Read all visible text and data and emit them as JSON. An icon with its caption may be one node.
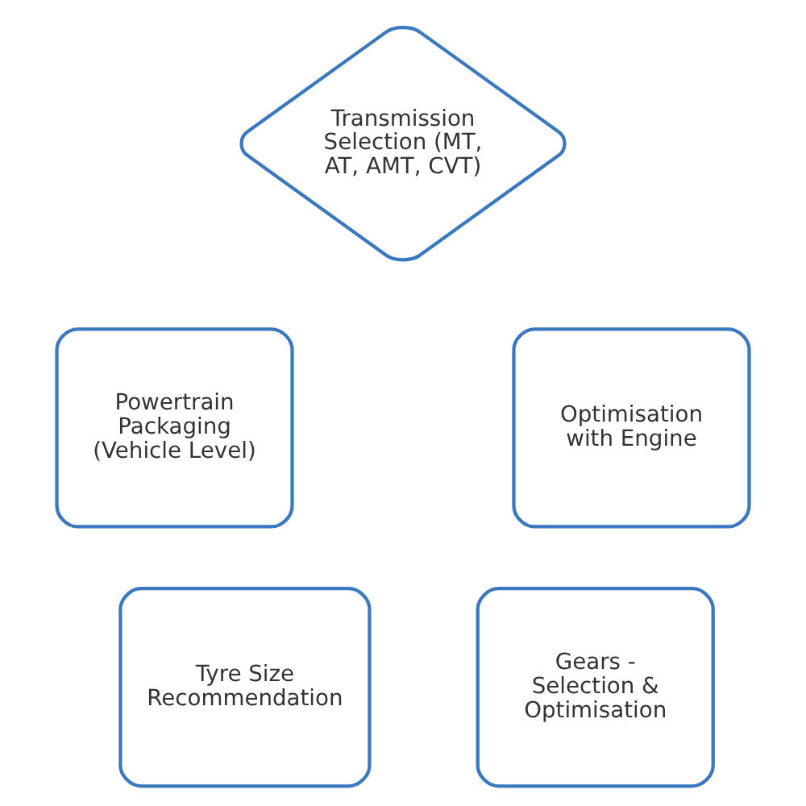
{
  "diagram": {
    "nodes": [
      {
        "text": [
          "Transmission Selection (MT, AT, AMT, CVT)"
        ]
      },
      {
        "text": [
          "Powertrain Packaging (Vehicle Level)"
        ]
      },
      {
        "text": [
          "Optimisation with Engine"
        ]
      },
      {
        "text": [
          "Tyre Size Recommendation"
        ]
      },
      {
        "text": [
          "Gears - Selection & Optimisation"
        ]
      }
    ]
  }
}
